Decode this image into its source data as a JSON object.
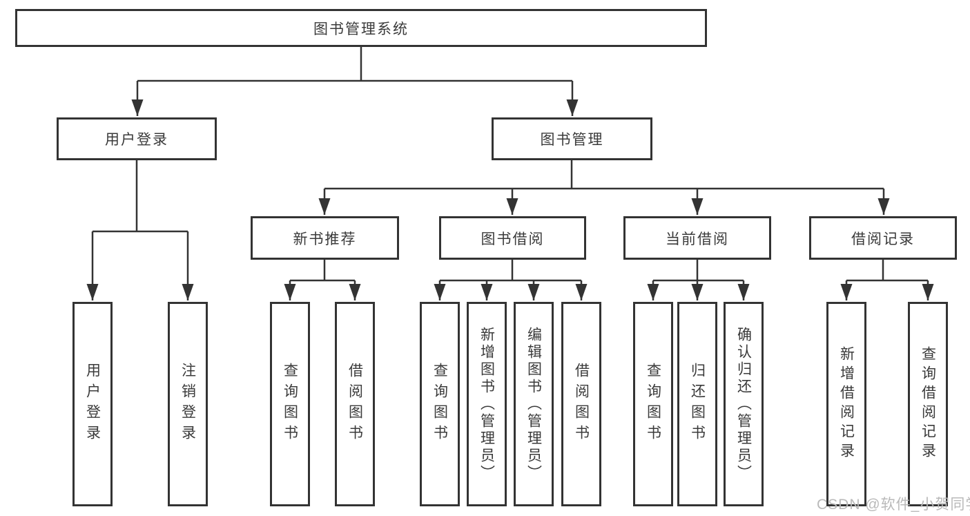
{
  "diagram": {
    "title_node": {
      "label": "图书管理系统"
    },
    "level2": {
      "user_login": {
        "label": "用户登录"
      },
      "book_management": {
        "label": "图书管理"
      }
    },
    "level3": {
      "new_book_recommend": {
        "label": "新书推荐"
      },
      "book_borrow": {
        "label": "图书借阅"
      },
      "current_borrow": {
        "label": "当前借阅"
      },
      "borrow_records": {
        "label": "借阅记录"
      }
    },
    "leaves": {
      "user_login_leaf": {
        "label": "用户登录"
      },
      "logout": {
        "label": "注销登录"
      },
      "nb_query_books": {
        "label": "查询图书"
      },
      "nb_borrow_books": {
        "label": "借阅图书"
      },
      "bb_query_books": {
        "label": "查询图书"
      },
      "bb_add_books": {
        "label": "新增图书（管理员）"
      },
      "bb_edit_books": {
        "label": "编辑图书（管理员）"
      },
      "bb_borrow_books": {
        "label": "借阅图书"
      },
      "cb_query_books": {
        "label": "查询图书"
      },
      "cb_return_books": {
        "label": "归还图书"
      },
      "cb_confirm_return": {
        "label": "确认归还（管理员）"
      },
      "br_add_record": {
        "label": "新增借阅记录"
      },
      "br_query_record": {
        "label": "查询借阅记录"
      }
    },
    "watermark": {
      "text": "CSDN @软件_小贺同学"
    },
    "colors": {
      "line": "#333333",
      "box_border": "#333333",
      "text": "#3a3a3a",
      "watermark": "#b9b9b9",
      "background": "#ffffff"
    }
  }
}
